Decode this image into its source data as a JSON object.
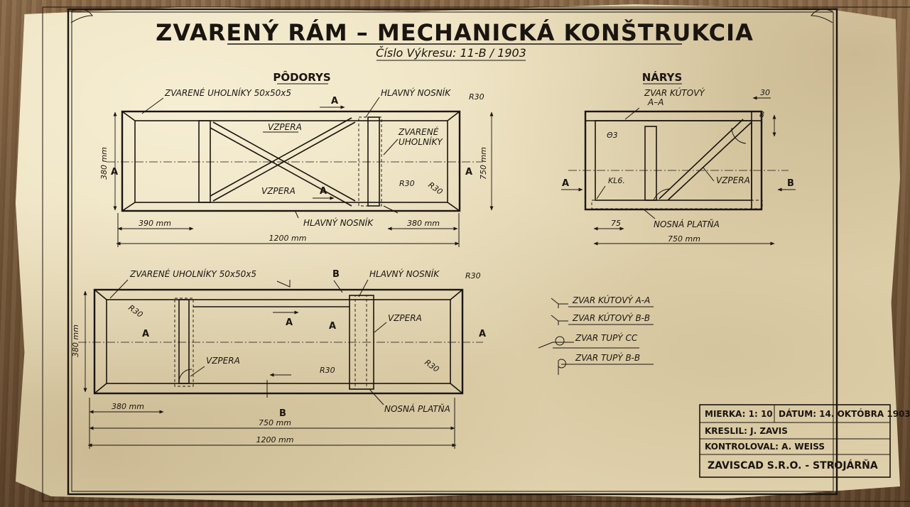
{
  "title": "ZVARENÝ RÁM – MECHANICKÁ KONŠTRUKCIA",
  "subtitle": "Číslo Výkresu: 11-B / 1903",
  "views": {
    "plan": "PÔDORYS",
    "elevation": "NÁRYS"
  },
  "labels": {
    "welded_angles_top": "ZVARENÉ UHOLNÍKY 50x50x5",
    "main_beam_top": "HLAVNÝ NOSNÍK",
    "main_beam_bottom": "HLAVNÝ NOSNÍK",
    "brace_1": "VZPERA",
    "brace_2": "VZPERA",
    "welded_angles_mid_1": "ZVARENÉ",
    "welded_angles_mid_2": "UHOLNÍKY",
    "fillet_weld": "ZVAR KÚTOVÝ",
    "fillet_weld_section": "A–A",
    "elev_brace": "VZPERA",
    "support_plate": "NOSNÁ PLATŇA",
    "bottom_angles": "ZVARENÉ UHOLNÍKY 50x50x5",
    "bottom_main_beam": "HLAVNÝ NOSNÍK",
    "bottom_brace_1": "VZPERA",
    "bottom_brace_2": "VZPERA",
    "bottom_support_plate": "NOSNÁ PLATŇA",
    "theta": "Θ3",
    "kl": "KL6."
  },
  "dimensions": {
    "d390": "390 mm",
    "d380_top": "380 mm",
    "d1200_top": "1200 mm",
    "d380_vert_top": "380 mm",
    "d750_vert_top": "750 mm",
    "r30_a": "R30",
    "r30_b": "R30",
    "r30_c": "R30",
    "d30": "30",
    "d8": "8",
    "d75": "75",
    "d750_elev": "750 mm",
    "d380_bottom": "380 mm",
    "d750_bottom": "750 mm",
    "d1200_bottom": "1200 mm",
    "d380_vert_bottom": "380 mm",
    "r30_d": "R30",
    "r30_e": "R30",
    "r30_f": "R30",
    "r30_g": "R30"
  },
  "sections": {
    "a": "A",
    "b": "B"
  },
  "legend": [
    "ZVAR KÚTOVÝ A-A",
    "ZVAR KÚTOVÝ B-B",
    "ZVAR TUPÝ CC",
    "ZVAR TUPÝ B-B"
  ],
  "title_block": {
    "scale": "MIERKA: 1: 10",
    "date": "DÁTUM: 14. OKTÓBRA 1903",
    "drawn": "KRESLIL: J. ZAVIS",
    "checked": "KONTROLOVAL: A. WEISS",
    "company": "ZAVISCAD S.R.O. - STROJÁRŇA"
  }
}
